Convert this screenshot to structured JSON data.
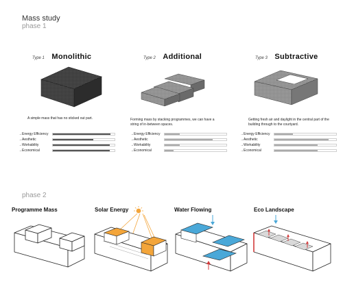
{
  "header": {
    "title": "Mass study",
    "phase1": "phase 1",
    "phase2": "phase 2"
  },
  "types": [
    {
      "prefix": "Type 1",
      "name": "Monolithic",
      "description": [
        "A simple mass that has no sticked out part."
      ],
      "metrics": [
        {
          "label": "→Energy Efficiency",
          "value": 0.93
        },
        {
          "label": "→Aesthetic",
          "value": 0.65
        },
        {
          "label": "→Workability",
          "value": 0.92
        },
        {
          "label": "→Economical",
          "value": 0.92
        }
      ]
    },
    {
      "prefix": "Type 2",
      "name": "Additional",
      "description": [
        "Forming mass by stacking programmes, we can have a",
        "string of in-between spaces."
      ],
      "metrics": [
        {
          "label": "→Energy Efficiency",
          "value": 0.24
        },
        {
          "label": "→Aesthetic",
          "value": 0.78
        },
        {
          "label": "→Workability",
          "value": 0.24
        },
        {
          "label": "→Economical",
          "value": 0.14
        }
      ]
    },
    {
      "prefix": "Type 3",
      "name": "Subtractive",
      "description": [
        "Getting fresh air and daylight in the central part of the",
        "building through to the courtyard."
      ],
      "metrics": [
        {
          "label": "→Energy Efficiency",
          "value": 0.3
        },
        {
          "label": "→Aesthetic",
          "value": 0.88
        },
        {
          "label": "→Workability",
          "value": 0.7
        },
        {
          "label": "→Economical",
          "value": 0.7
        }
      ]
    }
  ],
  "phase2_panels": [
    {
      "label": "Programme Mass",
      "icon": "programme-mass-diagram"
    },
    {
      "label": "Solar Energy",
      "icon": "solar-energy-diagram"
    },
    {
      "label": "Water Flowing",
      "icon": "water-flowing-diagram"
    },
    {
      "label": "Eco Landscape",
      "icon": "eco-landscape-diagram"
    }
  ],
  "colors": {
    "bar_dark": "#555555",
    "bar_light": "#aaaaaa",
    "solar_orange": "#f3a53a",
    "water_blue": "#4aa8d8",
    "arrow_red": "#d23a3a"
  }
}
